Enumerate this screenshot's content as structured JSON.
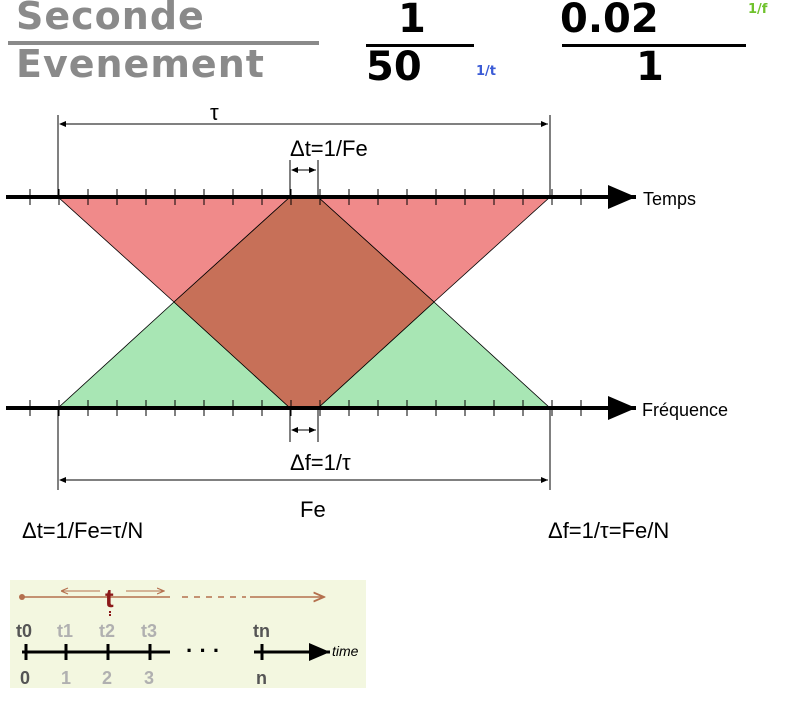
{
  "header": {
    "word_top": "Seconde",
    "word_bottom": "Evenement",
    "frac1_num": "1",
    "frac1_den": "50",
    "frac1_den_exp": "1/t",
    "frac2_num": "0.02",
    "frac2_num_exp": "1/f",
    "frac2_den": "1",
    "colors": {
      "word": "#8a8a8a",
      "exp_blue": "#3b5bd6",
      "exp_green": "#6fc22c"
    }
  },
  "diagram": {
    "tau_label": "τ",
    "dt_label": "Δt=1/Fe",
    "temps_label": "Temps",
    "frequence_label": "Fréquence",
    "df_label": "Δf=1/τ",
    "fe_label": "Fe",
    "left_formula": "Δt=1/Fe=τ/N",
    "right_formula": "Δf=1/τ=Fe/N",
    "colors": {
      "red": "#f08a8a",
      "green": "#a8e6b4",
      "overlap": "#c77058"
    }
  },
  "timeline": {
    "t_label": "t",
    "top_labels": [
      "t0",
      "t1",
      "t2",
      "t3",
      "tn"
    ],
    "bottom_labels": [
      "0",
      "1",
      "2",
      "3",
      "n"
    ],
    "dots": "· · ·",
    "time_label": "time",
    "colors": {
      "bg": "#f3f7e0",
      "arrow": "#b4704e",
      "t": "#8b1a1a",
      "gray": "#b0b0b0"
    }
  }
}
